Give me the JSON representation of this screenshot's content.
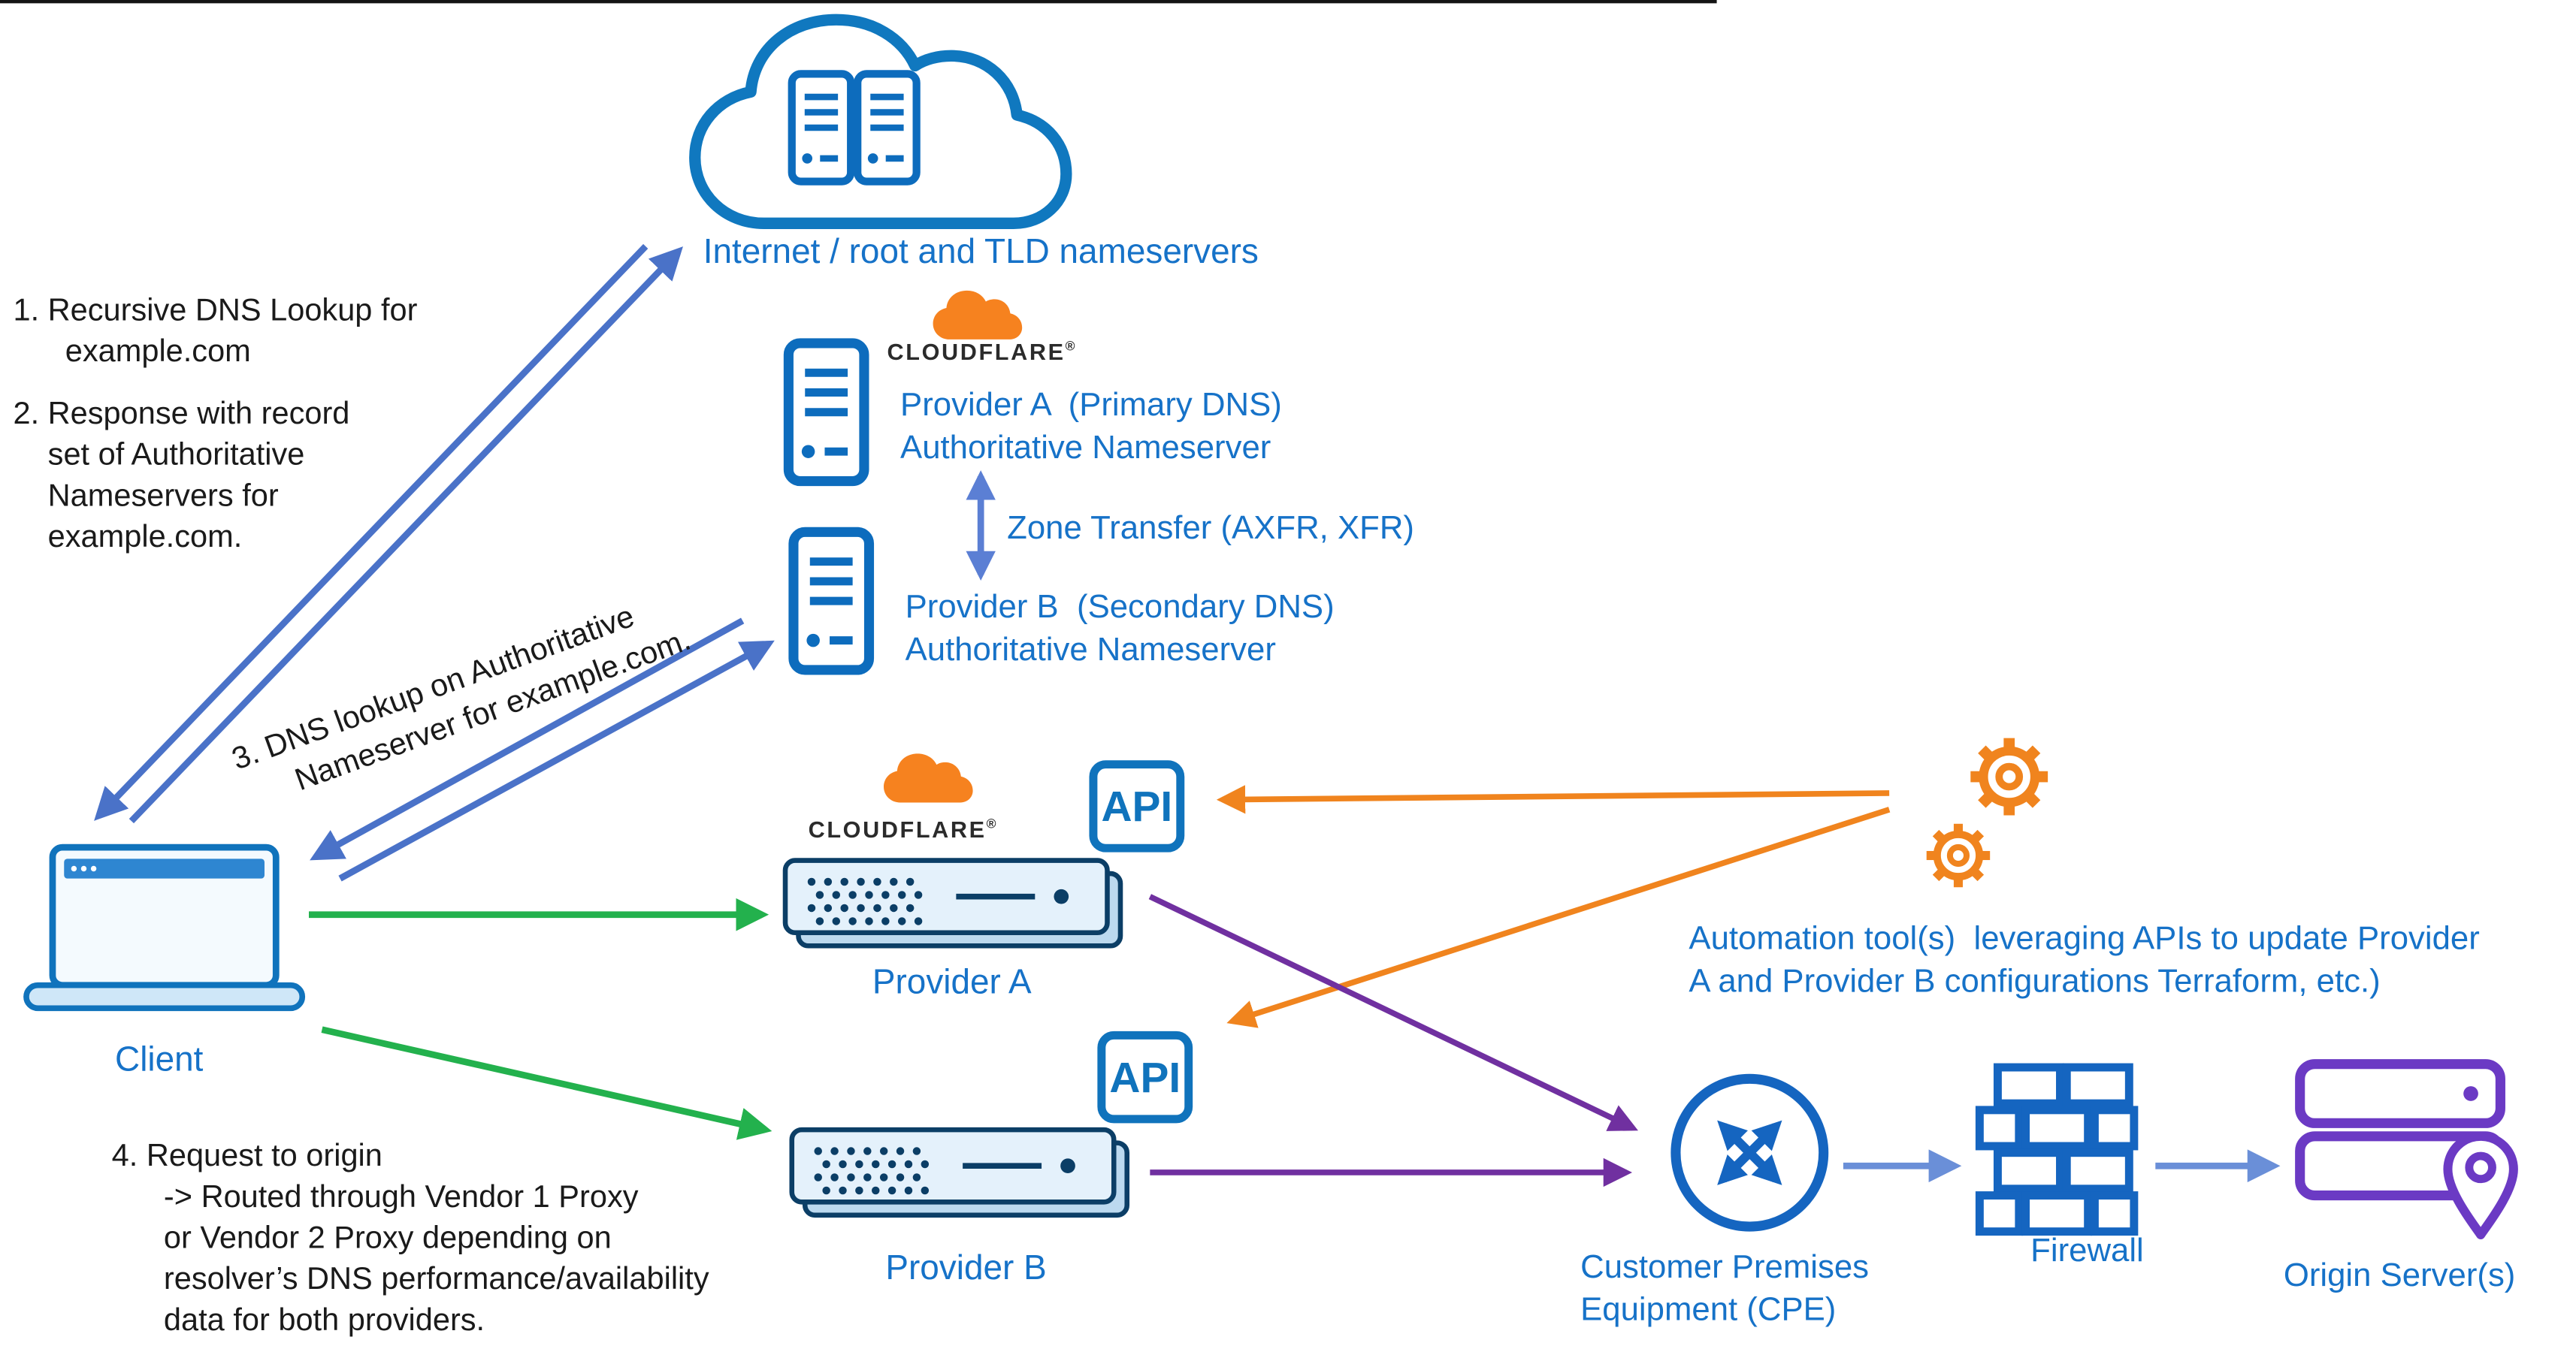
{
  "colors": {
    "blue_text": "#1672c8",
    "arrow_blue": "#4a72c8",
    "arrow_slate": "#5b7fd4",
    "green": "#23b14d",
    "orange": "#f0841e",
    "purple": "#7030a0",
    "icon_blue": "#0d6cbd",
    "cpe_blue": "#1565c0",
    "origin_purple": "#6b3ac4",
    "cloudflare_orange": "#f6821f"
  },
  "texts": {
    "internet_label": "Internet / root and TLD nameservers",
    "step1": "1. Recursive DNS Lookup for\n      example.com",
    "step2": "2. Response with record\n    set of Authoritative\n    Nameservers for\n    example.com.",
    "step3": "3. DNS lookup on Authoritative\n      Nameserver for example.com.",
    "step4": "4. Request to origin\n      -> Routed through Vendor 1 Proxy\n      or Vendor 2 Proxy depending on\n      resolver’s DNS performance/availability\n      data for both providers.",
    "cloudflare_wordmark": "CLOUDFLARE",
    "registered_mark": "®",
    "provider_a_nameserver": "Provider A  (Primary DNS)\nAuthoritative Nameserver",
    "provider_b_nameserver": "Provider B  (Secondary DNS)\nAuthoritative Nameserver",
    "zone_transfer": "Zone Transfer (AXFR, XFR)",
    "client": "Client",
    "provider_a": "Provider A",
    "provider_b": "Provider B",
    "api": "API",
    "automation": "Automation tool(s)  leveraging APIs to update Provider\nA and Provider B configurations Terraform, etc.)",
    "cpe": "Customer Premises\nEquipment (CPE)",
    "firewall": "Firewall",
    "origin": "Origin Server(s)"
  }
}
